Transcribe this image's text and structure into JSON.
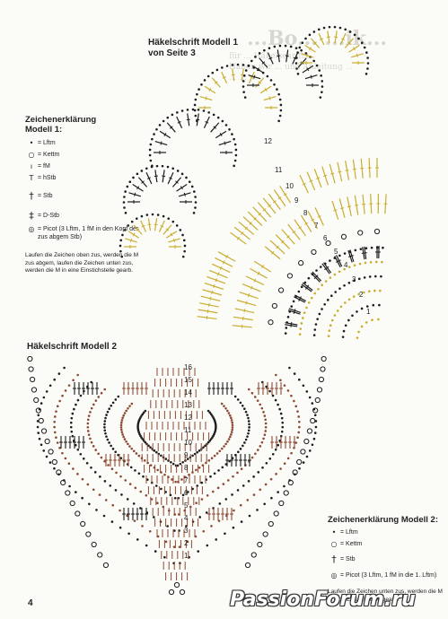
{
  "model1": {
    "title_line1": "Häkelschrift Modell 1",
    "title_line2": "von Seite 3",
    "legend_title_line1": "Zeichenerklärung",
    "legend_title_line2": "Modell 1:",
    "legend": [
      {
        "icon": "dot-icon",
        "symbol": "•",
        "label": "= Lftm"
      },
      {
        "icon": "slip-stitch-icon",
        "symbol": "○",
        "label": "= Kettm"
      },
      {
        "icon": "single-crochet-icon",
        "symbol": "ı",
        "label": "= fM"
      },
      {
        "icon": "half-double-icon",
        "symbol": "T",
        "label": "= hStb"
      },
      {
        "icon": "double-crochet-icon",
        "symbol": "†",
        "label": "= Stb"
      },
      {
        "icon": "treble-crochet-icon",
        "symbol": "‡",
        "label": "= D-Stb"
      },
      {
        "icon": "picot-icon",
        "symbol": "◎",
        "label": "= Picot (3 Lftm, 1 fM in den Kopf der zus abgem Stb)"
      }
    ],
    "note": "Laufen die Zeichen oben zus, werden die M zus abgem, laufen die Zeichen unten zus, werden die M in eine Einstichstelle gearb.",
    "row_numbers": [
      "1",
      "2",
      "3",
      "4",
      "5",
      "6",
      "7",
      "8",
      "9",
      "10",
      "11",
      "12"
    ]
  },
  "model2": {
    "title": "Häkelschrift Modell 2",
    "legend_title": "Zeichenerklärung Modell 2:",
    "legend": [
      {
        "icon": "dot-icon",
        "symbol": "•",
        "label": "= Lftm"
      },
      {
        "icon": "slip-stitch-icon",
        "symbol": "○",
        "label": "= Kettm"
      },
      {
        "icon": "double-crochet-icon",
        "symbol": "†",
        "label": "= Stb"
      },
      {
        "icon": "picot-icon",
        "symbol": "◎",
        "label": "= Picot (3 Lftm, 1 fM in die 1. Lftm)"
      }
    ],
    "note": "Laufen die Zeichen unten zus, werden die M in eine Einstichstelle gearb.",
    "row_numbers": [
      "1",
      "2",
      "3",
      "4",
      "5",
      "6",
      "7",
      "8",
      "9",
      "10",
      "11",
      "12",
      "13",
      "14",
      "15",
      "16"
    ]
  },
  "background_text": {
    "heading": "...Bo... ...ik...",
    "lines": [
      "für ... Häkelschrift ...",
      "Haben wir ... und Anleitung ...",
      "... ... ..."
    ]
  },
  "page_number": "4",
  "watermark": "PassionForum.ru",
  "colors": {
    "yellow": "#c9ad2e",
    "dark": "#1d1d1d",
    "brown": "#8c4a34"
  }
}
